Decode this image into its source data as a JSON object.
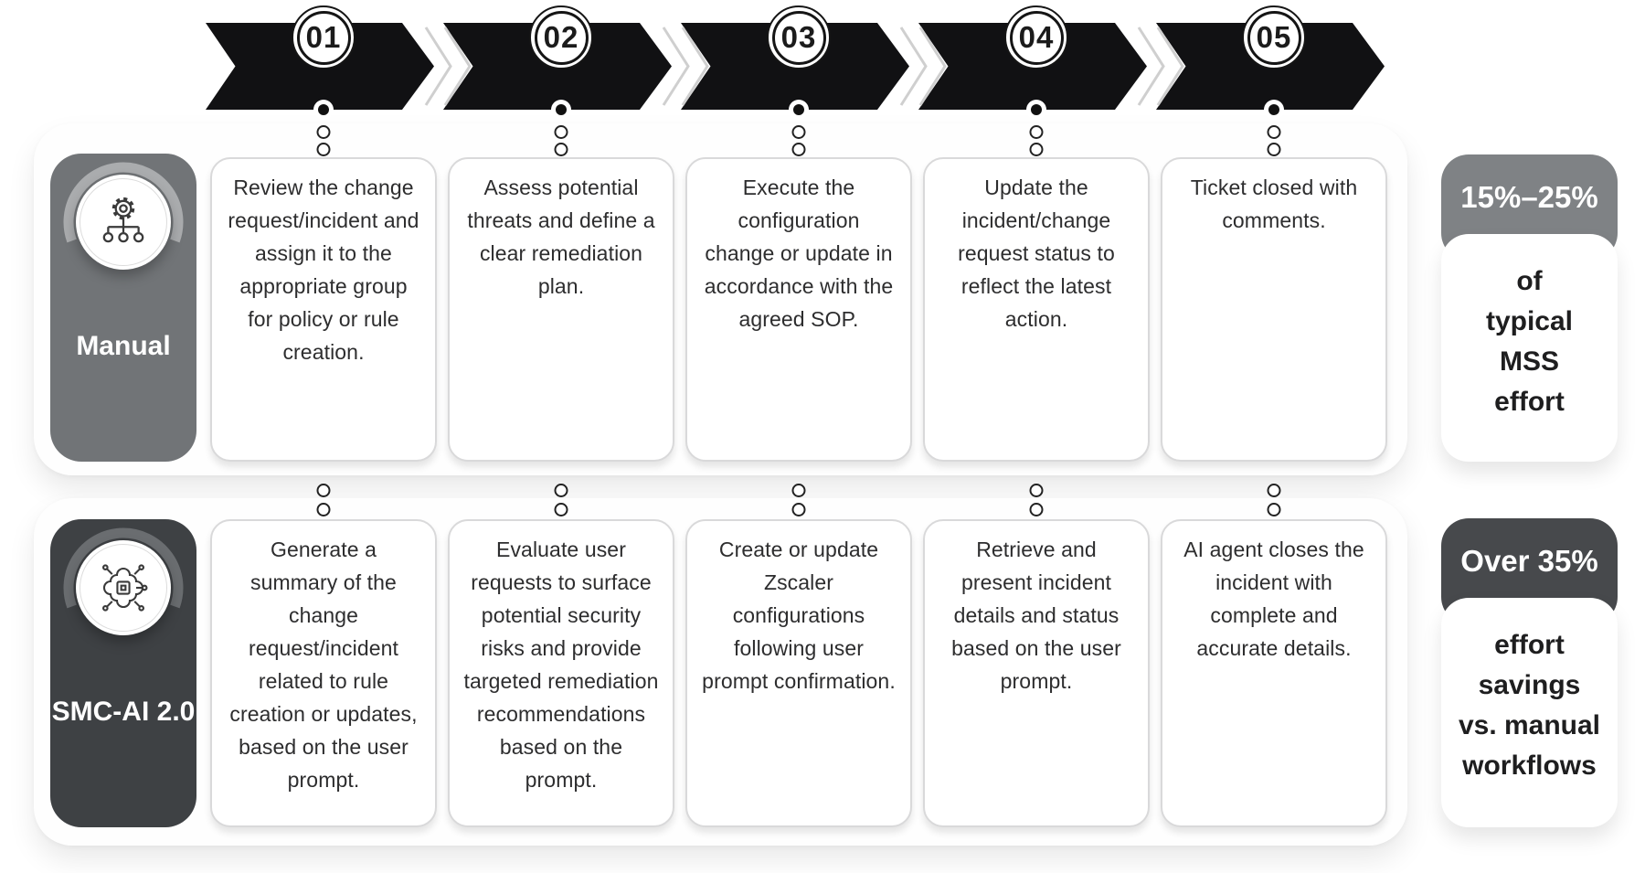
{
  "steps": [
    {
      "number": "01"
    },
    {
      "number": "02"
    },
    {
      "number": "03"
    },
    {
      "number": "04"
    },
    {
      "number": "05"
    }
  ],
  "rows": [
    {
      "label": "Manual",
      "icon": "workflow-hierarchy-icon",
      "cards": [
        "Review the change request/incident and assign it to the appropriate group for policy or rule creation.",
        "Assess potential threats and define a clear remediation plan.",
        "Execute the configuration change or update in accordance with the agreed SOP.",
        "Update the incident/change request status to reflect the latest action.",
        "Ticket closed with comments."
      ],
      "badge": {
        "headline": "15%–25%",
        "description": "of\ntypical\nMSS\neffort"
      }
    },
    {
      "label": "SMC-AI 2.0",
      "icon": "ai-chip-icon",
      "cards": [
        "Generate a summary of the change request/incident related to rule creation or updates, based on the user prompt.",
        "Evaluate user requests to surface potential security risks and provide targeted remediation recommendations based on the prompt.",
        "Create or update Zscaler configurations following user prompt confirmation.",
        "Retrieve and present incident details and status based on the user prompt.",
        "AI agent closes the incident with complete and accurate details."
      ],
      "badge": {
        "headline": "Over 35%",
        "description": "effort\nsavings\nvs. manual\nworkflows"
      }
    }
  ],
  "colors": {
    "arrow": "#111113",
    "manual_pill": "#717477",
    "smc_pill": "#3e4144",
    "manual_arc": "#aaacae",
    "smc_arc": "#6a6d70",
    "badge1_header": "#7f8285",
    "badge2_header": "#47494c",
    "chevron_separator": "#cfcfcf"
  }
}
